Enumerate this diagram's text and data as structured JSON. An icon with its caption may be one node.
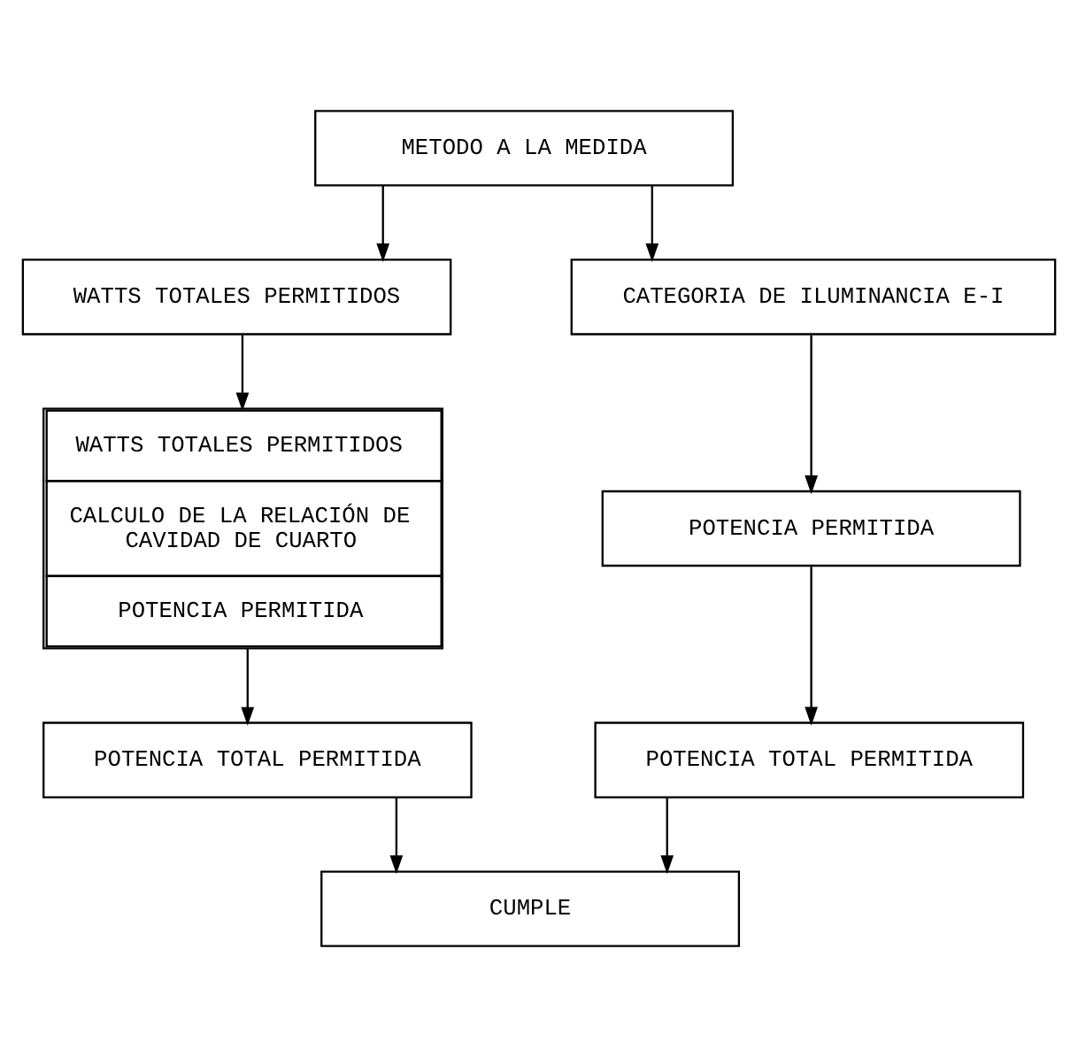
{
  "diagram": {
    "nodes": [
      {
        "text": [
          "METODO A LA MEDIDA"
        ]
      },
      {
        "text": [
          "WATTS TOTALES PERMITIDOS"
        ]
      },
      {
        "text": [
          "CATEGORIA DE ILUMINANCIA E-I"
        ]
      },
      {
        "text": [
          "WATTS TOTALES PERMITIDOS",
          "CALCULO DE LA RELACIÓN DE CAVIDAD DE CUARTO",
          "POTENCIA PERMITIDA"
        ]
      },
      {
        "text": [
          "POTENCIA PERMITIDA"
        ]
      },
      {
        "text": [
          "POTENCIA TOTAL PERMITIDA"
        ]
      },
      {
        "text": [
          "POTENCIA TOTAL PERMITIDA"
        ]
      },
      {
        "text": [
          "CUMPLE"
        ]
      }
    ],
    "edges": [
      {
        "from": 0,
        "to": 1,
        "arrow": "to"
      },
      {
        "from": 0,
        "to": 2,
        "arrow": "to"
      },
      {
        "from": 1,
        "to": 3,
        "arrow": "to"
      },
      {
        "from": 2,
        "to": 4,
        "arrow": "to"
      },
      {
        "from": 3,
        "to": 5,
        "arrow": "to"
      },
      {
        "from": 4,
        "to": 6,
        "arrow": "to"
      },
      {
        "from": 5,
        "to": 7,
        "arrow": "to"
      },
      {
        "from": 6,
        "to": 7,
        "arrow": "to"
      }
    ]
  }
}
